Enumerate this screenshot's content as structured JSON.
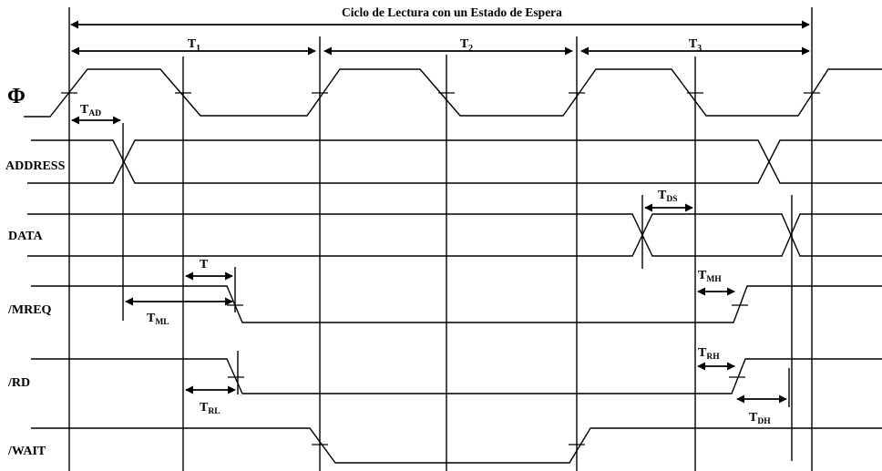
{
  "title": "Ciclo de Lectura con un Estado de Espera",
  "signals": {
    "phi": "Φ",
    "address": "ADDRESS",
    "data": "DATA",
    "mreq": "/MREQ",
    "rd": "/RD",
    "wait": "/WAIT"
  },
  "states": {
    "t1": "T",
    "t1_sub": "1",
    "t2": "T",
    "t2_sub": "2",
    "t3": "T",
    "t3_sub": "3"
  },
  "timings": {
    "tad": "T",
    "tad_sub": "AD",
    "tds": "T",
    "tds_sub": "DS",
    "t_mreq_short": "T",
    "tml": "T",
    "tml_sub": "ML",
    "tmh": "T",
    "tmh_sub": "MH",
    "trh": "T",
    "trh_sub": "RH",
    "trl": "T",
    "trl_sub": "RL",
    "tdh": "T",
    "tdh_sub": "DH"
  }
}
